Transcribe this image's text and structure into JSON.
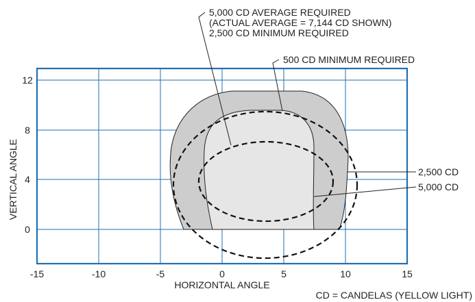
{
  "colors": {
    "frame": "#1f6fb2",
    "grid": "#1f6fb2",
    "outer_zone_fill": "#cdcdcd",
    "inner_zone_fill": "#e6e6e6",
    "ink": "#222222"
  },
  "axes": {
    "xlabel": "HORIZONTAL ANGLE",
    "ylabel": "VERTICAL ANGLE",
    "xticks": [
      "-15",
      "-10",
      "-5",
      "0",
      "5",
      "10",
      "15"
    ],
    "yticks": [
      "12",
      "8",
      "4",
      "0"
    ]
  },
  "annotations": {
    "avg_line1": "5,000 CD AVERAGE REQUIRED",
    "avg_line2": "(ACTUAL AVERAGE = 7,144 CD SHOWN)",
    "avg_line3": "2,500 CD MINIMUM REQUIRED",
    "min500": "500 CD MINIMUM REQUIRED",
    "cd2500": "2,500 CD",
    "cd5000": "5,000 CD"
  },
  "footnote": "CD = CANDELAS (YELLOW LIGHT)",
  "chart_data": {
    "type": "diagram",
    "x_range": [
      -15,
      15
    ],
    "y_range": [
      -3,
      13
    ],
    "x_gridlines": [
      -15,
      -10,
      -5,
      0,
      5,
      10,
      15
    ],
    "y_gridlines": [
      0,
      4,
      8,
      12
    ]
  }
}
